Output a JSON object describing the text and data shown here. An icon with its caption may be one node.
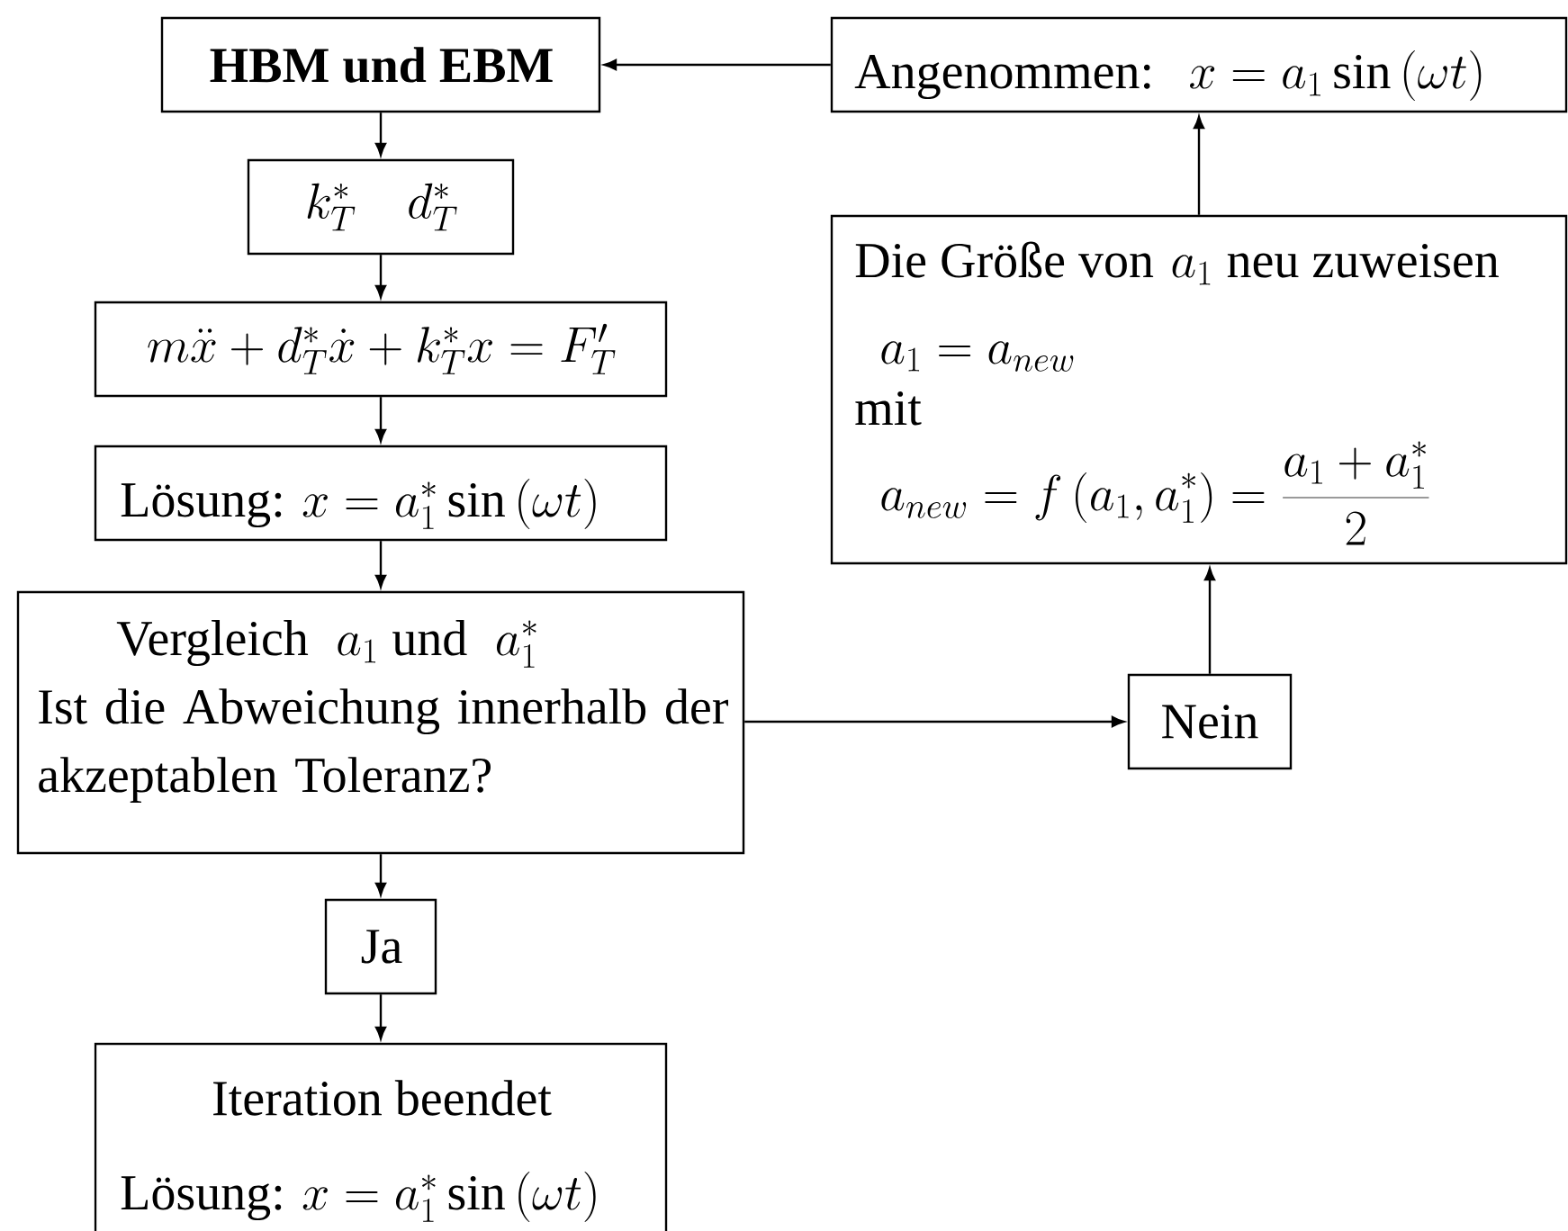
{
  "diagram": {
    "nodes": [
      {
        "text": [
          "HBM und EBM"
        ]
      },
      {
        "text": [
          "Angenommen:",
          "x = a_1 \\sin\\left(\\omega t\\right)"
        ]
      },
      {
        "text": [
          "k_T^* \\quad d_T^*"
        ]
      },
      {
        "text": [
          "m\\ddot{x} + d_T^*\\dot{x} + k_T^* x = F_T'"
        ]
      },
      {
        "text": [
          "Lösung:",
          "x = a_1^* \\sin\\left(\\omega t\\right)"
        ]
      },
      {
        "text": [
          "Die Größe von",
          "a_1",
          "neu zuweisen",
          "a_1 = a_{new}",
          "mit",
          "a_{new} = f\\left(a_1, a_1^*\\right) = \\frac{a_1 + a_1^*}{2}"
        ]
      },
      {
        "text": [
          "Vergleich",
          "a_1",
          "und",
          "a_1^*",
          "Ist die Abweichung innerhalb der akzeptablen Toleranz?"
        ]
      },
      {
        "text": [
          "Nein"
        ]
      },
      {
        "text": [
          "Ja"
        ]
      },
      {
        "text": [
          "Iteration beendet",
          "Lösung:",
          "x = a_1^* \\sin\\left(\\omega t\\right)"
        ]
      }
    ],
    "edges": [
      {
        "from": 1,
        "to": 0,
        "arrow": "to"
      },
      {
        "from": 0,
        "to": 2,
        "arrow": "to"
      },
      {
        "from": 2,
        "to": 3,
        "arrow": "to"
      },
      {
        "from": 3,
        "to": 4,
        "arrow": "to"
      },
      {
        "from": 4,
        "to": 6,
        "arrow": "to"
      },
      {
        "from": 6,
        "to": 7,
        "arrow": "to"
      },
      {
        "from": 7,
        "to": 5,
        "arrow": "to"
      },
      {
        "from": 5,
        "to": 1,
        "arrow": "to"
      },
      {
        "from": 6,
        "to": 8,
        "arrow": "to"
      },
      {
        "from": 8,
        "to": 9,
        "arrow": "to"
      }
    ]
  }
}
